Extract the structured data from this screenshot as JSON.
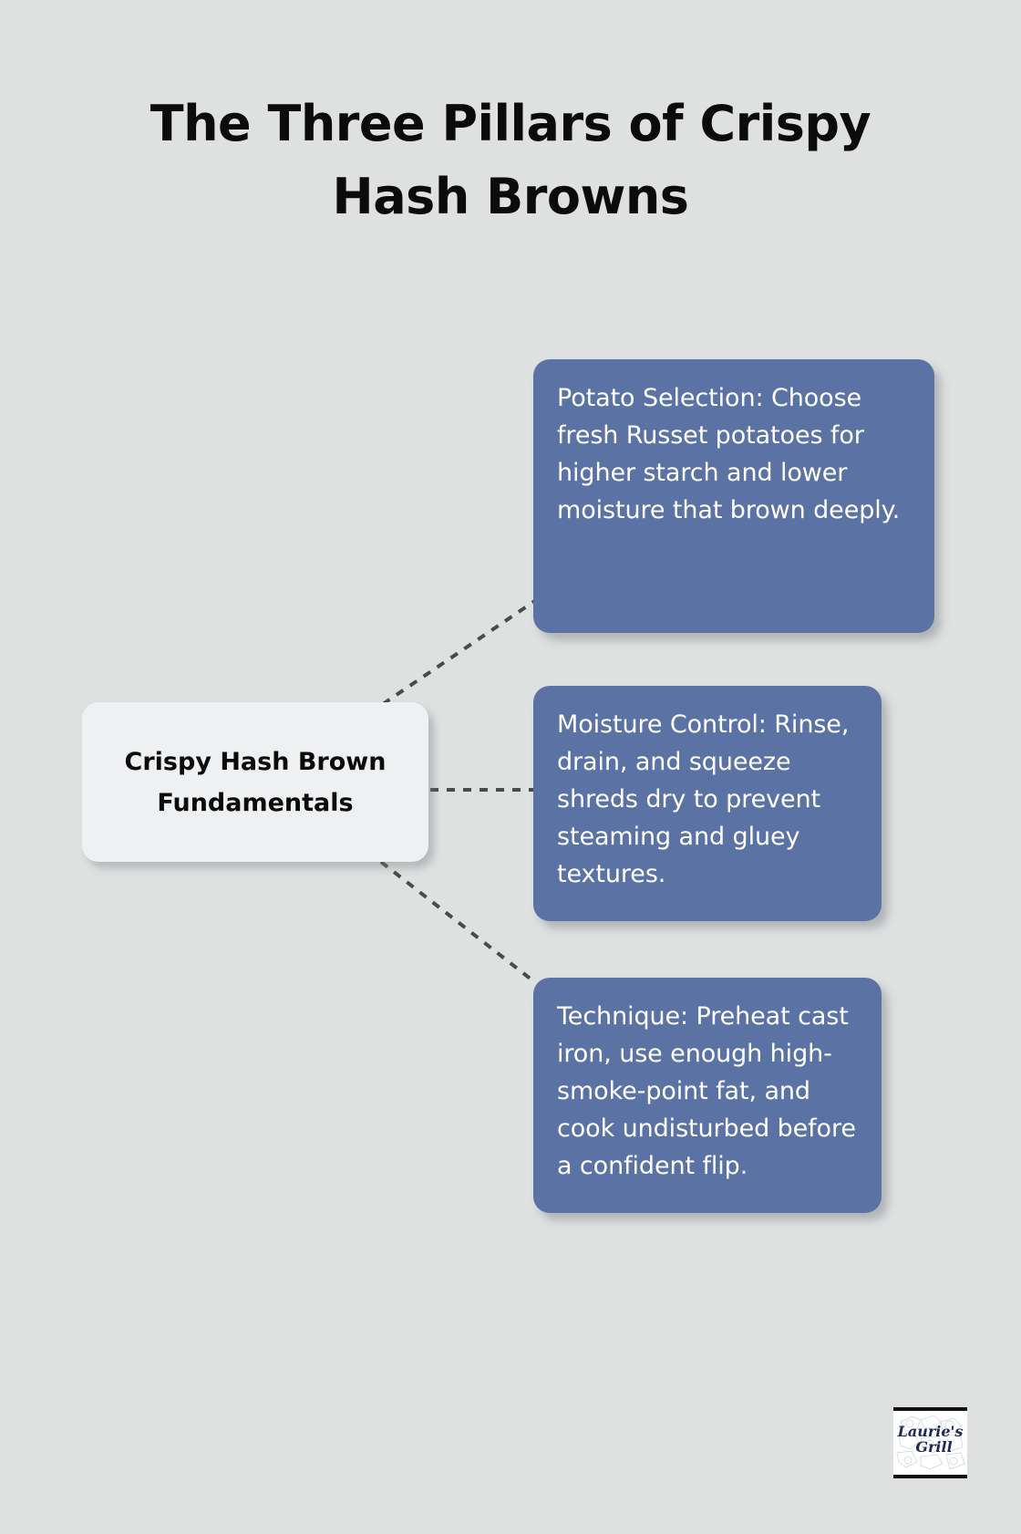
{
  "meta": {
    "background_color": "#dfe1e1",
    "accent_color": "#5b72a4",
    "card_color": "#eff0f2",
    "connector_color": "#4a4a4a",
    "text_on_accent": "#ffffff",
    "heading_color": "#0b0b0b"
  },
  "heading": {
    "text": "The Three Pillars of Crispy\nHash Browns"
  },
  "diagram": {
    "type": "mind-map",
    "center_node": {
      "label": "Crispy Hash Brown\nFundamentals"
    },
    "branches": [
      {
        "id": "potato-selection",
        "label": "Potato Selection: Choose fresh Russet potatoes for higher starch and lower moisture that brown deeply."
      },
      {
        "id": "moisture-control",
        "label": "Moisture Control: Rinse, drain, and squeeze shreds dry to prevent steaming and gluey textures."
      },
      {
        "id": "technique",
        "label": "Technique: Preheat cast iron, use enough high-smoke-point fat, and cook undisturbed before a confident flip."
      }
    ]
  },
  "logo": {
    "line1": "Laurie's",
    "line2": "Grill"
  }
}
